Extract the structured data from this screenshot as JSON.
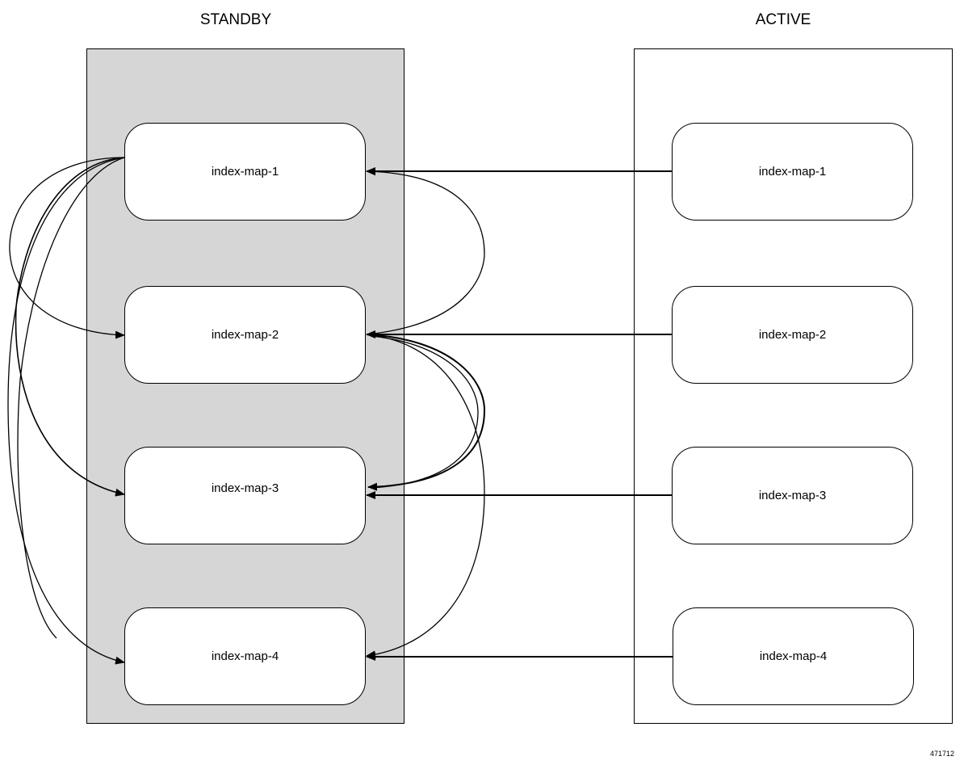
{
  "columns": {
    "standby": {
      "title": "STANDBY",
      "nodes": [
        "index-map-1",
        "index-map-2",
        "index-map-3",
        "index-map-4"
      ]
    },
    "active": {
      "title": "ACTIVE",
      "nodes": [
        "index-map-1",
        "index-map-2",
        "index-map-3",
        "index-map-4"
      ]
    }
  },
  "figure_id": "471712",
  "colors": {
    "standby_fill": "#d6d6d6",
    "active_fill": "#ffffff",
    "stroke": "#000000"
  }
}
